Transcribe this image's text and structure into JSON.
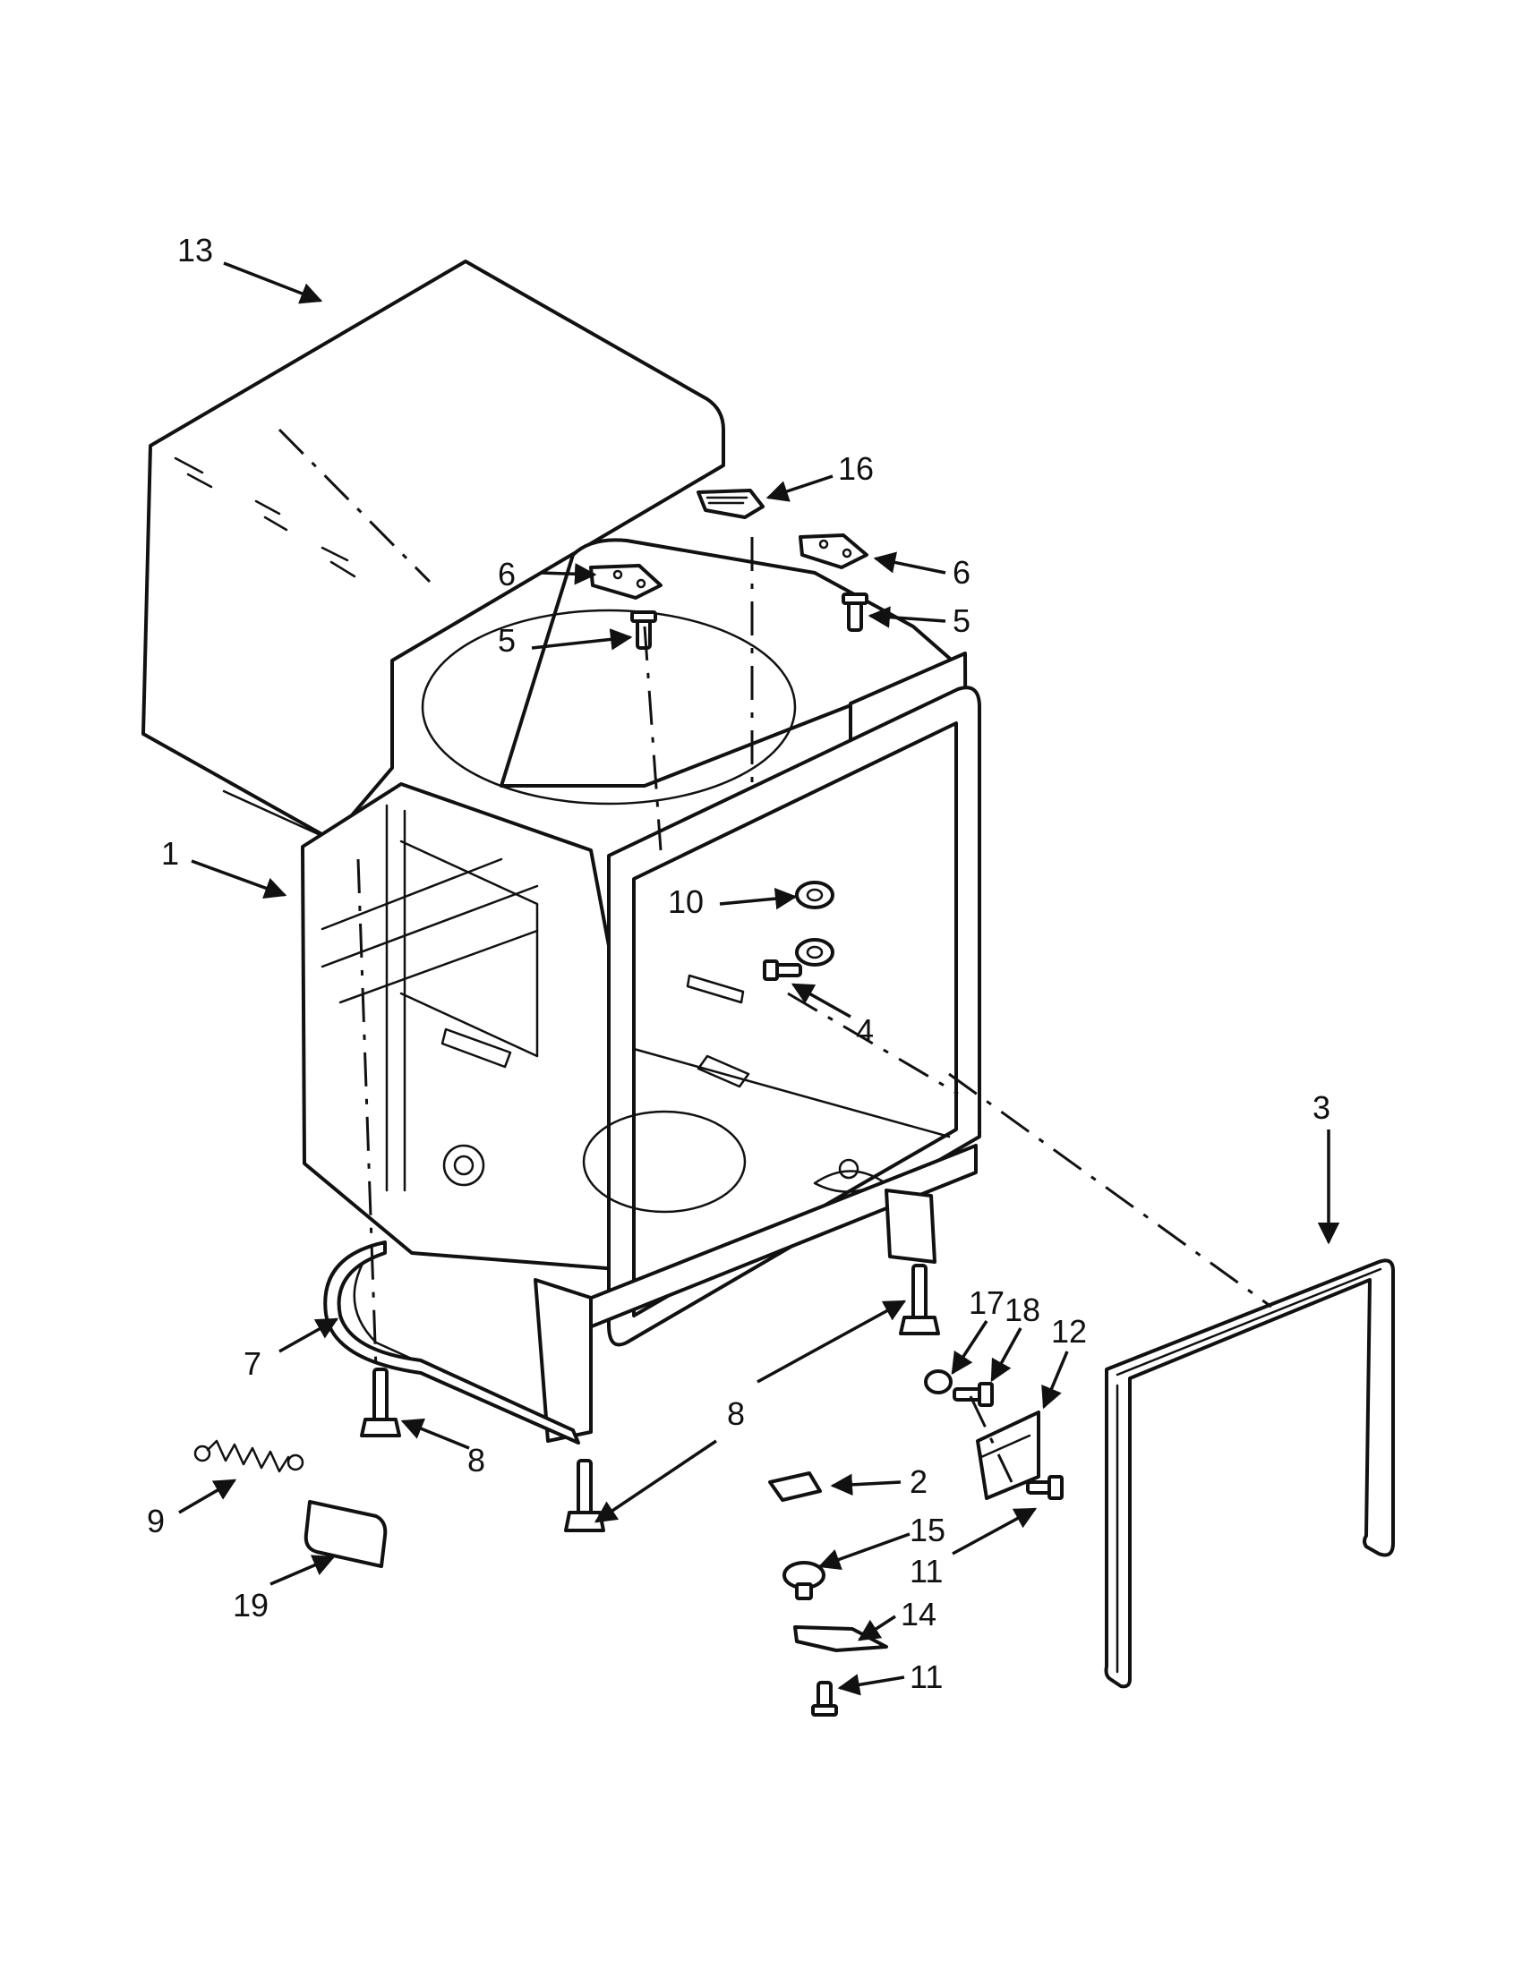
{
  "diagram": {
    "callouts": [
      {
        "id": "c13",
        "label": "13"
      },
      {
        "id": "c16",
        "label": "16"
      },
      {
        "id": "c6a",
        "label": "6"
      },
      {
        "id": "c6b",
        "label": "6"
      },
      {
        "id": "c5a",
        "label": "5"
      },
      {
        "id": "c5b",
        "label": "5"
      },
      {
        "id": "c1",
        "label": "1"
      },
      {
        "id": "c10",
        "label": "10"
      },
      {
        "id": "c4",
        "label": "4"
      },
      {
        "id": "c3",
        "label": "3"
      },
      {
        "id": "c7",
        "label": "7"
      },
      {
        "id": "c8a",
        "label": "8"
      },
      {
        "id": "c8b",
        "label": "8"
      },
      {
        "id": "c9",
        "label": "9"
      },
      {
        "id": "c19",
        "label": "19"
      },
      {
        "id": "c17",
        "label": "17"
      },
      {
        "id": "c18",
        "label": "18"
      },
      {
        "id": "c12",
        "label": "12"
      },
      {
        "id": "c2",
        "label": "2"
      },
      {
        "id": "c15",
        "label": "15"
      },
      {
        "id": "c11a",
        "label": "11"
      },
      {
        "id": "c14",
        "label": "14"
      },
      {
        "id": "c11b",
        "label": "11"
      }
    ]
  }
}
